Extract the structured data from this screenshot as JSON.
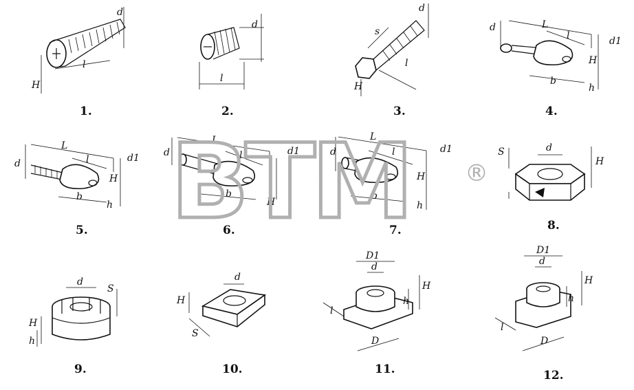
{
  "watermark": {
    "text": "BTM",
    "reg_mark": "®",
    "color": "#b0b0b0"
  },
  "figures": [
    {
      "caption": "1.",
      "labels": [
        "d",
        "H",
        "l"
      ]
    },
    {
      "caption": "2.",
      "labels": [
        "d",
        "l"
      ]
    },
    {
      "caption": "3.",
      "labels": [
        "d",
        "s",
        "H",
        "l"
      ]
    },
    {
      "caption": "4.",
      "labels": [
        "d",
        "L",
        "l",
        "d1",
        "H",
        "b",
        "h"
      ]
    },
    {
      "caption": "5.",
      "labels": [
        "d",
        "L",
        "l",
        "d1",
        "H",
        "b",
        "h"
      ]
    },
    {
      "caption": "6.",
      "labels": [
        "d",
        "L",
        "l",
        "d1",
        "b",
        "H"
      ]
    },
    {
      "caption": "7.",
      "labels": [
        "d",
        "L",
        "l",
        "d1",
        "H",
        "b",
        "h"
      ]
    },
    {
      "caption": "8.",
      "labels": [
        "S",
        "d",
        "H"
      ]
    },
    {
      "caption": "9.",
      "labels": [
        "d",
        "S",
        "H",
        "h"
      ]
    },
    {
      "caption": "10.",
      "labels": [
        "H",
        "d",
        "S"
      ]
    },
    {
      "caption": "11.",
      "labels": [
        "D1",
        "d",
        "H",
        "h",
        "l",
        "D"
      ]
    },
    {
      "caption": "12.",
      "labels": [
        "D1",
        "d",
        "H",
        "h",
        "l",
        "D"
      ]
    }
  ]
}
